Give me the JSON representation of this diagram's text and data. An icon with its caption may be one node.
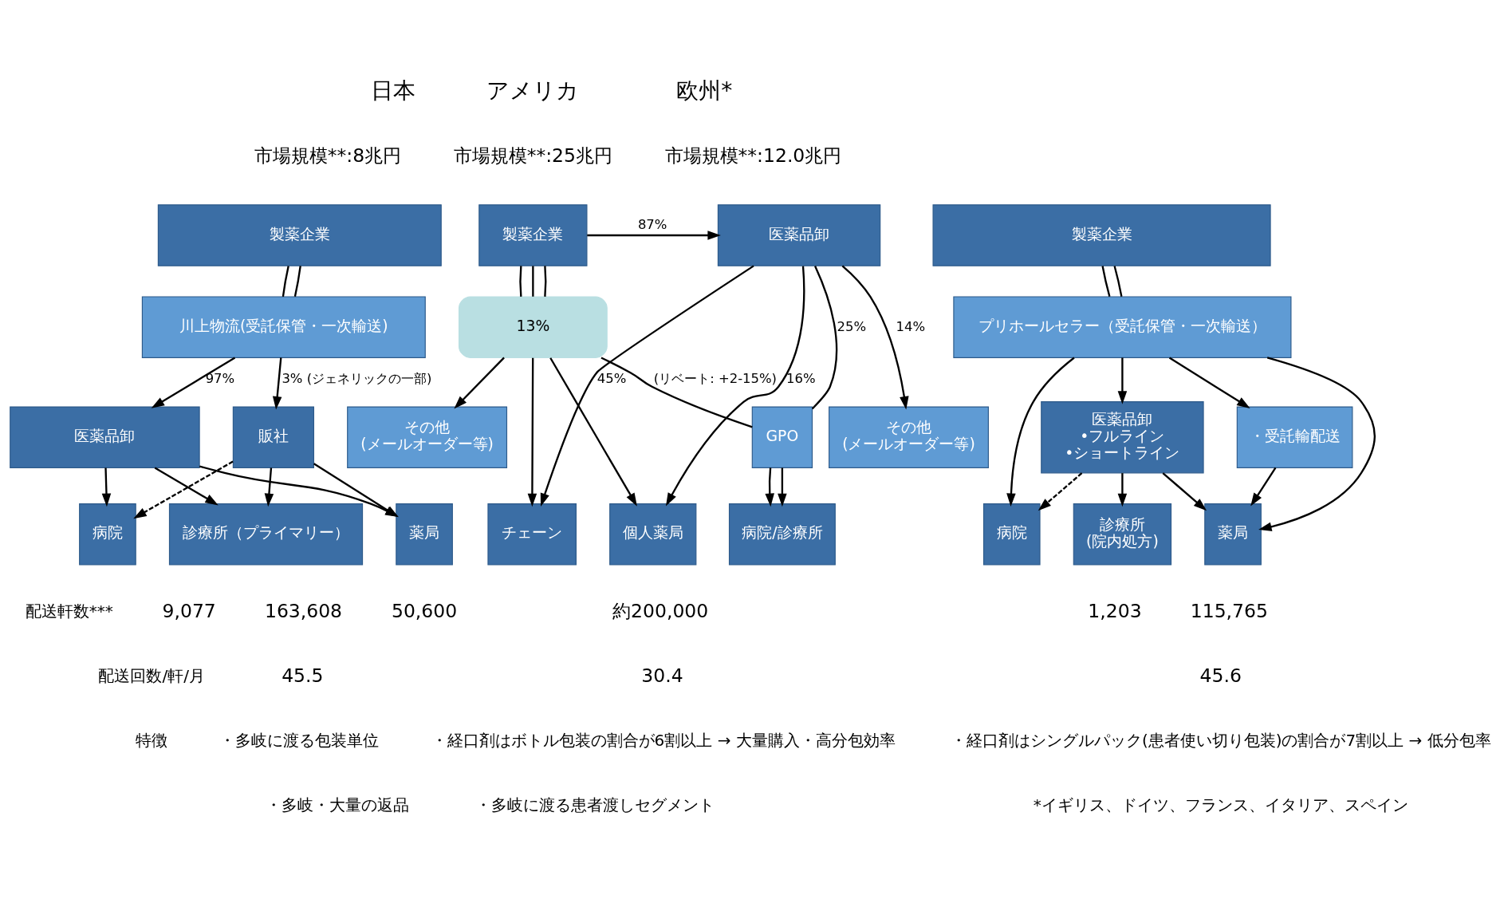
{
  "diagram": {
    "nodes": [
      {
        "text": [
          "製薬企業"
        ]
      },
      {
        "text": [
          "川上物流(受託保管・一次輸送)"
        ]
      },
      {
        "text": [
          "医薬品卸"
        ]
      },
      {
        "text": [
          "販社"
        ]
      },
      {
        "text": [
          "病院"
        ],
        "beside": [
          "9,077"
        ]
      },
      {
        "text": [
          "診療所（プライマリー）"
        ],
        "beside": [
          "163,608"
        ]
      },
      {
        "text": [
          "薬局"
        ],
        "beside": [
          "50,600"
        ]
      },
      {
        "text": [
          "製薬企業"
        ]
      },
      {
        "text": [
          "医薬品卸"
        ]
      },
      {
        "text": [
          "その他",
          "(メールオーダー等)"
        ]
      },
      {
        "text": [
          "その他",
          "(メールオーダー等)"
        ]
      },
      {
        "text": [
          "GPO"
        ]
      },
      {
        "text": [
          "チェーン"
        ]
      },
      {
        "text": [
          "個人薬局"
        ]
      },
      {
        "text": [
          "病院/診療所"
        ]
      },
      {
        "text": [
          "13%"
        ]
      },
      {
        "text": [
          "製薬企業"
        ]
      },
      {
        "text": [
          "プリホールセラー（受託保管・一次輸送）"
        ]
      },
      {
        "text": [
          "医薬品卸",
          "•フルライン",
          "•ショートライン"
        ]
      },
      {
        "text": [
          "・受託輸配送"
        ]
      },
      {
        "text": [
          "病院"
        ]
      },
      {
        "text": [
          "診療所",
          "(院内処方)"
        ],
        "beside": [
          "1,203"
        ]
      },
      {
        "text": [
          "薬局"
        ],
        "beside": [
          "115,765"
        ]
      }
    ],
    "edges": [
      {
        "from": 0,
        "to": 1,
        "arrow": "none"
      },
      {
        "from": 0,
        "to": 1,
        "arrow": "none"
      },
      {
        "from": 1,
        "to": 2,
        "arrow": "to",
        "label": "97%"
      },
      {
        "from": 1,
        "to": 3,
        "arrow": "to",
        "label": "3% (ジェネリックの一部)"
      },
      {
        "from": 2,
        "to": 4,
        "arrow": "to"
      },
      {
        "from": 2,
        "to": 5,
        "arrow": "to"
      },
      {
        "from": 2,
        "to": 6,
        "arrow": "to"
      },
      {
        "from": 3,
        "to": 4,
        "arrow": "to",
        "style": "dashed"
      },
      {
        "from": 3,
        "to": 5,
        "arrow": "to"
      },
      {
        "from": 3,
        "to": 6,
        "arrow": "to"
      },
      {
        "from": 7,
        "to": 8,
        "arrow": "to",
        "label": "87%"
      },
      {
        "from": 7,
        "to": 15,
        "arrow": "none"
      },
      {
        "from": 7,
        "to": 15,
        "arrow": "none"
      },
      {
        "from": 7,
        "to": 15,
        "arrow": "none"
      },
      {
        "from": 15,
        "to": 9,
        "arrow": "to"
      },
      {
        "from": 15,
        "to": 12,
        "arrow": "to"
      },
      {
        "from": 15,
        "to": 13,
        "arrow": "to"
      },
      {
        "from": 15,
        "to": 11,
        "arrow": "none",
        "label": "(リベート: +2-15%)"
      },
      {
        "from": 8,
        "to": 12,
        "arrow": "to",
        "label": "45%"
      },
      {
        "from": 8,
        "to": 13,
        "arrow": "to",
        "label": "16%"
      },
      {
        "from": 8,
        "to": 11,
        "arrow": "none",
        "label": "25%"
      },
      {
        "from": 8,
        "to": 10,
        "arrow": "to",
        "label": "14%"
      },
      {
        "from": 11,
        "to": 14,
        "arrow": "to"
      },
      {
        "from": 11,
        "to": 14,
        "arrow": "to"
      },
      {
        "from": 16,
        "to": 17,
        "arrow": "none"
      },
      {
        "from": 16,
        "to": 17,
        "arrow": "none"
      },
      {
        "from": 17,
        "to": 20,
        "arrow": "to"
      },
      {
        "from": 17,
        "to": 18,
        "arrow": "to"
      },
      {
        "from": 17,
        "to": 19,
        "arrow": "to"
      },
      {
        "from": 17,
        "to": 22,
        "arrow": "to"
      },
      {
        "from": 18,
        "to": 20,
        "arrow": "to",
        "style": "dashed"
      },
      {
        "from": 18,
        "to": 21,
        "arrow": "to"
      },
      {
        "from": 18,
        "to": 22,
        "arrow": "to"
      },
      {
        "from": 19,
        "to": 22,
        "arrow": "to"
      }
    ],
    "labels": [
      "日本",
      "市場規模**:8兆円",
      "アメリカ",
      "市場規模**:25兆円",
      "欧州*",
      "市場規模**:12.0兆円",
      "配送軒数***",
      "約200,000",
      "配送回数/軒/月",
      "45.5",
      "30.4",
      "45.6",
      "特徴",
      "・多岐に渡る包装単位",
      "・経口剤はボトル包装の割合が6割以上 → 大量購入・高分包効率",
      "・経口剤はシングルパック(患者使い切り包装)の割合が7割以上 → 低分包率",
      "・多岐・大量の返品",
      "・多岐に渡る患者渡しセグメント",
      "*イギリス、ドイツ、フランス、イタリア、スペイン"
    ]
  }
}
